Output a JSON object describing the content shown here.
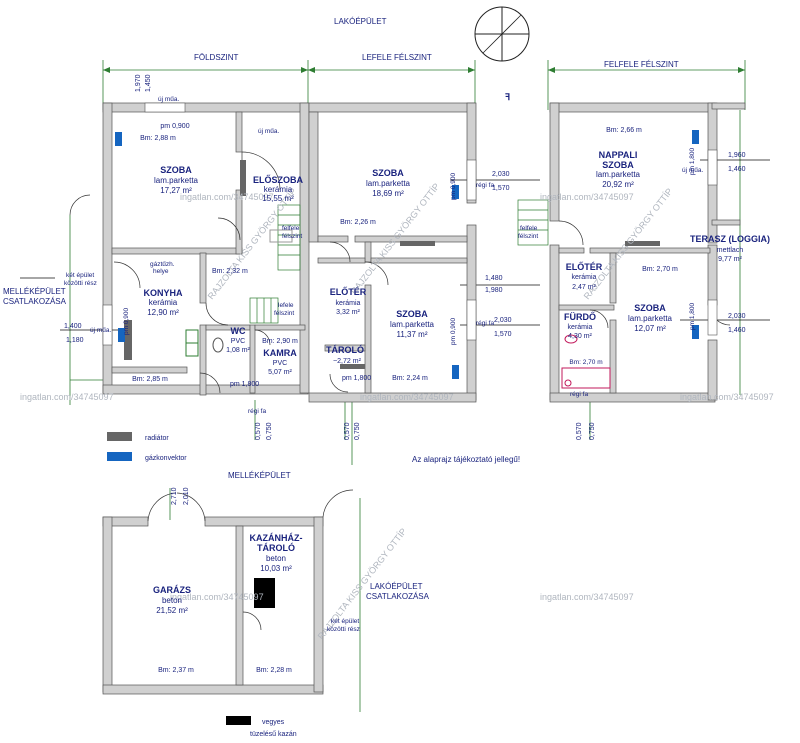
{
  "headers": {
    "main_building": "LAKÓÉPÜLET",
    "ground_level": "FÖLDSZINT",
    "half_down": "LEFELE FÉLSZINT",
    "half_up": "FELFELE FÉLSZINT",
    "outbuilding": "MELLÉKÉPÜLET",
    "neighbor_line1": "MELLÉKÉPÜLET",
    "neighbor_line2": "CSATLAKOZÁSA",
    "house_join_line1": "LAKÓÉPÜLET",
    "house_join_line2": "CSATLAKOZÁSA",
    "between1_line1": "két épület",
    "between1_line2": "közötti rész",
    "between2_line1": "két épület",
    "between2_line2": "közötti rész",
    "disclaimer": "Az alaprajz tájékoztató jellegű!"
  },
  "rooms": {
    "szoba1": {
      "name": "SZOBA",
      "floor": "lam.parketta",
      "area": "17,27 m²",
      "bm": "Bm: 2,88 m",
      "pm": "pm 0,900"
    },
    "eloszoba": {
      "name": "ELŐSZOBA",
      "floor": "kerámia",
      "area": "15,55 m²"
    },
    "konyha": {
      "name": "KONYHA",
      "floor": "kerámia",
      "area": "12,90 m²",
      "bm": "Bm: 2,85 m"
    },
    "wc": {
      "name": "WC",
      "floor": "PVC",
      "area": "1,08 m²"
    },
    "kamra": {
      "name": "KAMRA",
      "floor": "PVC",
      "area": "5,07 m²",
      "bm": "Bm: 2,90 m"
    },
    "szoba2": {
      "name": "SZOBA",
      "floor": "lam.parketta",
      "area": "18,69 m²",
      "bm": "Bm: 2,26 m"
    },
    "eloter1": {
      "name": "ELŐTÉR",
      "floor": "kerámia",
      "area": "3,32 m²"
    },
    "szoba3": {
      "name": "SZOBA",
      "floor": "lam.parketta",
      "area": "11,37 m²",
      "bm": "Bm: 2,24 m"
    },
    "tarolo": {
      "name": "TÁROLÓ",
      "area": "~2,72 m²"
    },
    "nappali": {
      "name1": "NAPPALI",
      "name2": "SZOBA",
      "floor": "lam.parketta",
      "area": "20,92 m²",
      "bm": "Bm: 2,66 m"
    },
    "terasz": {
      "name": "TERASZ (LOGGIA)",
      "floor": "mettlach",
      "area": "9,77 m²"
    },
    "eloter2": {
      "name": "ELŐTÉR",
      "floor": "kerámia",
      "area": "2,47 m²"
    },
    "furdo": {
      "name": "FÜRDŐ",
      "floor": "kerámia",
      "area": "4,30 m²",
      "bm": "Bm: 2,70 m"
    },
    "szoba4": {
      "name": "SZOBA",
      "floor": "lam.parketta",
      "area": "12,07 m²",
      "bm": "Bm: 2,70 m"
    },
    "garazs": {
      "name": "GARÁZS",
      "floor": "beton",
      "area": "21,52 m²",
      "bm": "Bm: 2,37 m"
    },
    "kazanhaz": {
      "name1": "KAZÁNHÁZ-",
      "name2": "TÁROLÓ",
      "floor": "beton",
      "area": "10,03 m²",
      "bm": "Bm: 2,28 m"
    }
  },
  "annotations": {
    "uj_mua1": "új műa.",
    "uj_mua2": "új műa.",
    "uj_mua3": "új műa.",
    "uj_mua4": "új műa.",
    "regi_fa1": "régi fa",
    "regi_fa2": "régi fa",
    "regi_fa3": "régi fa",
    "regi_fa4": "régi fa",
    "felfele1_line1": "felfele",
    "felfele1_line2": "félszint",
    "lefele_line1": "lefele",
    "lefele_line2": "félszint",
    "felfele2_line1": "felfele",
    "felfele2_line2": "félszint",
    "gaztuz_line1": "gáztűzh.",
    "gaztuz_line2": "helye",
    "pm_1800a": "pm 1,800",
    "pm_1800b": "pm 1,800",
    "pm_0900a": "pm 0,900",
    "pm_0900b": "pm 0,900",
    "pm_0900c": "pm 0,900",
    "pm_1800c": "pm 1,800",
    "pm_1800d": "pm 1,800",
    "bm_232": "Bm: 2,32 m"
  },
  "dimensions": {
    "d1970": "1,970",
    "d1450": "1,450",
    "d2030a": "2,030",
    "d1570a": "1,570",
    "d1960": "1,960",
    "d1460a": "1,460",
    "d1480": "1,480",
    "d1980": "1,980",
    "d2030b": "2,030",
    "d1570b": "1,570",
    "d2030c": "2,030",
    "d1460b": "1,460",
    "d1400": "1,400",
    "d1180": "1,180",
    "d0570a": "0,570",
    "d0750a": "0,750",
    "d0570b": "0,570",
    "d0750b": "0,750",
    "d0570c": "0,570",
    "d0750c": "0,750",
    "d2710": "2,710",
    "d2010": "2,010"
  },
  "legend": {
    "radiator": "radiátor",
    "gas_convector": "gázkonvektor",
    "boiler_line1": "vegyes",
    "boiler_line2": "tüzelésű kazán"
  },
  "watermarks": {
    "w1": "ingatlan.com/34745097",
    "w2": "ingatlan.com/34745097",
    "w3": "ingatlan.com/34745097",
    "w4": "ingatlan.com/34745097",
    "w5": "ingatlan.com/34745097",
    "w6": "ingatlan.com/34745097",
    "w7": "ingatlan.com/34745097",
    "w8": "RAJZOLTA KISS GYÖRGY OTTÍP",
    "w9": "RAJZOLTA KISS GYÖRGY OTTÍP",
    "w10": "RAJZOLTA KISS GYÖRGY OTTÍP",
    "w11": "RAJZOLTA KISS GYÖRGY OTTÍP"
  },
  "colors": {
    "wall_fill": "#d0d0d0",
    "text": "#1a237e",
    "radiator": "#666666",
    "gas_convector": "#1565c0",
    "guide_line": "#2e7d32",
    "bath_fixture": "#c2185b",
    "kitchen_fixture": "#2e7d32",
    "boiler": "#000000"
  }
}
